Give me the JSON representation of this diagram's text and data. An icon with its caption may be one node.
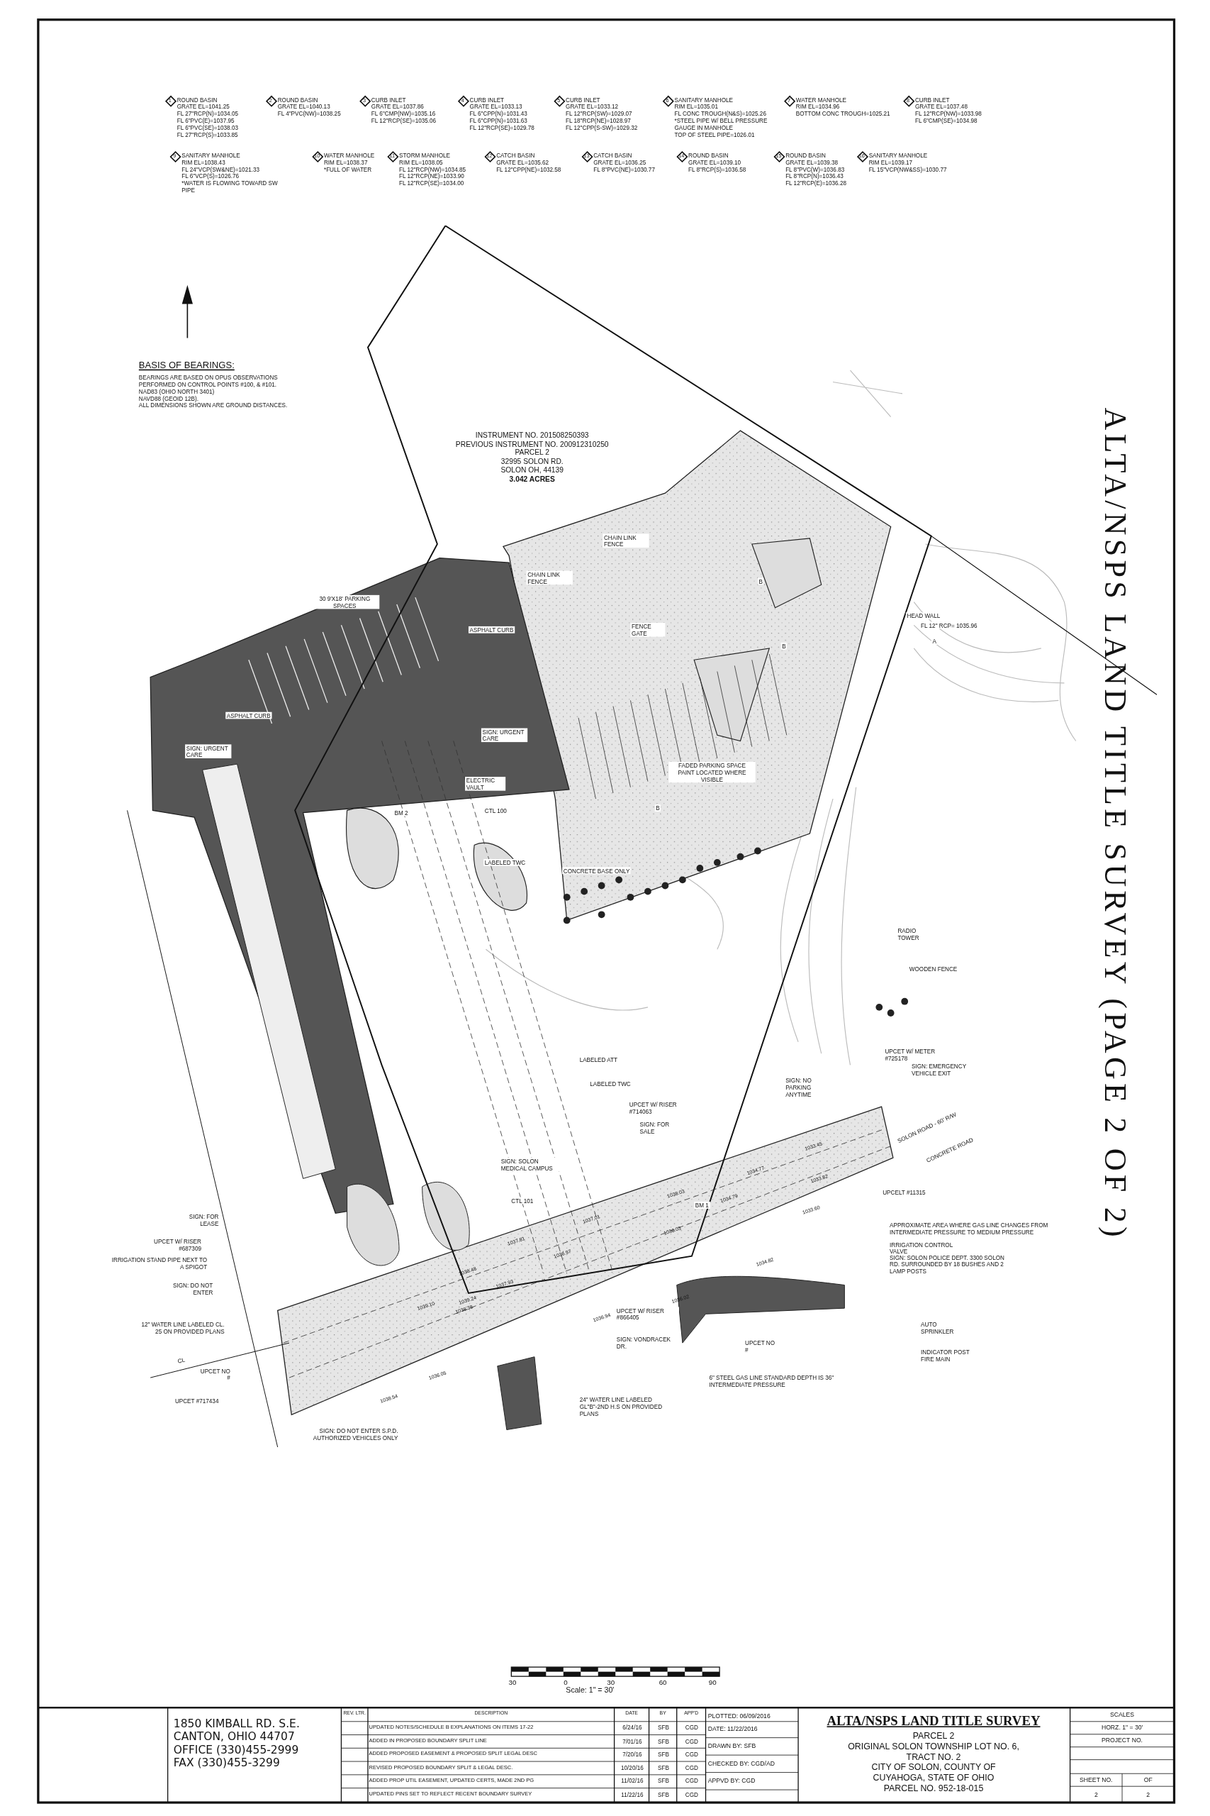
{
  "diagram": {
    "title": "ALTA/NSPS LAND TITLE SURVEY (PAGE 2 OF 2)",
    "labels": [
      "1",
      "ROUND BASIN",
      "GRATE EL=1041.25",
      "FL 27\"RCP(N)=1034.05",
      "FL 6\"PVC(E)=1037.95",
      "FL 6\"PVC(SE)=1038.03",
      "FL 27\"RCP(S)=1033.85",
      "2",
      "ROUND BASIN",
      "GRATE EL=1040.13",
      "FL 4\"PVC(NW)=1038.25",
      "3",
      "CURB INLET",
      "GRATE EL=1037.86",
      "FL 6\"CMP(NW)=1035.16",
      "FL 12\"RCP(SE)=1035.06",
      "4",
      "CURB INLET",
      "GRATE EL=1033.13",
      "FL 6\"CPP(N)=1031.43",
      "FL 6\"CPP(N)=1031.63",
      "FL 12\"RCP(SE)=1029.78",
      "5",
      "CURB INLET",
      "GRATE EL=1033.12",
      "FL 12\"RCP(SW)=1029.07",
      "FL 18\"RCP(NE)=1028.97",
      "FL 12\"CPP(S-SW)=1029.32",
      "6",
      "SANITARY MANHOLE",
      "RIM EL=1035.01",
      "FL CONC TROUGH(N&S)=1025.26",
      "*STEEL PIPE W/ BELL PRESSURE GAUGE IN MANHOLE",
      "TOP OF STEEL PIPE=1026.01",
      "7",
      "WATER MANHOLE",
      "RIM EL=1034.96",
      "BOTTOM CONC TROUGH=1025.21",
      "8",
      "CURB INLET",
      "GRATE EL=1037.48",
      "FL 12\"RCP(NW)=1033.98",
      "FL 6\"CMP(SE)=1034.98",
      "9",
      "SANITARY MANHOLE",
      "RIM EL=1038.43",
      "FL 24\"VCP(SW&NE)=1021.33",
      "FL 6\"VCP(S)=1026.76",
      "*WATER IS FLOWING TOWARD SW PIPE",
      "10",
      "WATER MANHOLE",
      "RIM EL=1038.37",
      "*FULL OF WATER",
      "11",
      "STORM MANHOLE",
      "RIM EL=1038.05",
      "FL 12\"RCP(NW)=1034.85",
      "FL 12\"RCP(NE)=1033.90",
      "FL 12\"RCP(SE)=1034.00",
      "12",
      "CATCH BASIN",
      "GRATE EL=1035.62",
      "FL 12\"CPP(NE)=1032.58",
      "13",
      "CATCH BASIN",
      "GRATE EL=1036.25",
      "FL 8\"PVC(NE)=1030.77",
      "14",
      "ROUND BASIN",
      "GRATE EL=1039.10",
      "FL 8\"RCP(S)=1036.58",
      "15",
      "ROUND BASIN",
      "GRATE EL=1039.38",
      "FL 8\"PVC(W)=1036.83",
      "FL 8\"RCP(N)=1036.43",
      "FL 12\"RCP(E)=1036.28",
      "16",
      "SANITARY MANHOLE",
      "RIM EL=1039.17",
      "FL 15\"VCP(NW&SS)=1030.77",
      "BASIS OF BEARINGS:",
      "BEARINGS ARE BASED ON OPUS OBSERVATIONS PERFORMED ON CONTROL POINTS #100, & #101.",
      "NAD83 (OHIO NORTH 3401)",
      "NAVD88 (GEOID 12B).",
      "ALL DIMENSIONS SHOWN ARE GROUND DISTANCES.",
      "INSTRUMENT NO. 201508250393",
      "PREVIOUS INSTRUMENT NO. 200912310250",
      "PARCEL 2",
      "32995 SOLON RD.",
      "SOLON OH, 44139",
      "3.042 ACRES",
      "CHAIN LINK FENCE",
      "CHAIN LINK FENCE",
      "FENCE GATE",
      "ASPHALT CURB",
      "30 9'X18' PARKING SPACES",
      "ASPHALT CURB",
      "SIGN: URGENT CARE",
      "SIGN: URGENT CARE",
      "ELECTRIC VAULT",
      "CTL 100",
      "BM 2",
      "LABELED TWC",
      "CONCRETE BASE ONLY",
      "FADED PARKING SPACE PAINT LOCATED WHERE VISIBLE",
      "HEAD WALL",
      "FL 12\" RCP= 1035.96",
      "A",
      "B",
      "B",
      "B",
      "RADIO TOWER",
      "WOODEN FENCE",
      "LABELED ATT",
      "LABELED TWC",
      "UPCET W/ RISER #714063",
      "SIGN: FOR SALE",
      "SIGN: NO PARKING ANYTIME",
      "UPCET W/ METER #725178",
      "SIGN: EMERGENCY VEHICLE EXIT",
      "SIGN: SOLON MEDICAL CAMPUS",
      "CTL 101",
      "BM 1",
      "SOLON ROAD - 60' R/W",
      "CONCRETE ROAD",
      "UPCELT #11315",
      "APPROXIMATE AREA WHERE GAS LINE CHANGES FROM INTERMEDIATE PRESSURE TO MEDIUM PRESSURE",
      "IRRIGATION CONTROL VALVE",
      "SIGN: SOLON POLICE DEPT. 3300 SOLON RD. SURROUNDED BY 18 BUSHES AND 2 LAMP POSTS",
      "AUTO SPRINKLER",
      "INDICATOR POST FIRE MAIN",
      "SIGN: FOR LEASE",
      "UPCET W/ RISER #687309",
      "IRRIGATION STAND PIPE NEXT TO A SPIGOT",
      "SIGN: DO NOT ENTER",
      "12\" WATER LINE LABELED CL. 25 ON PROVIDED PLANS",
      "UPCET NO #",
      "UPCET #717434",
      "SIGN: DO NOT ENTER S.P.D. AUTHORIZED VEHICLES ONLY",
      "UPCET W/ RISER #866405",
      "SIGN: VONDRACEK DR.",
      "24\" WATER LINE LABELED GL\"B\"-2ND H.S ON PROVIDED PLANS",
      "UPCET NO #",
      "6\" STEEL GAS LINE STANDARD DEPTH IS 36\" INTERMEDIATE PRESSURE",
      "CL",
      "1033.45",
      "1034.77",
      "1033.82",
      "1033.60",
      "1038.03",
      "1034.79",
      "1037.01",
      "1036.03",
      "1037.81",
      "1036.97",
      "1034.82",
      "1038.48",
      "1037.93",
      "1039.24",
      "1038.38",
      "1036.02",
      "1036.94",
      "1039.10",
      "1036.05",
      "1038.54",
      "30",
      "0",
      "30",
      "60",
      "90",
      "Scale: 1\" = 30'",
      "1850 KIMBALL RD. S.E.",
      "CANTON, OHIO 44707",
      "OFFICE (330)455-2999",
      "FAX (330)455-3299",
      "REV. LTR.",
      "DESCRIPTION",
      "DATE",
      "BY",
      "APP'D",
      "UPDATED NOTES/SCHEDULE B EXPLANATIONS ON ITEMS 17-22",
      "6/24/16",
      "SFB",
      "CGD",
      "ADDED IN PROPOSED BOUNDARY SPLIT LINE",
      "7/01/16",
      "SFB",
      "CGD",
      "ADDED PROPOSED EASEMENT & PROPOSED SPLIT LEGAL DESC",
      "7/20/16",
      "SFB",
      "CGD",
      "REVISED PROPOSED BOUNDARY SPLIT & LEGAL DESC.",
      "10/20/16",
      "SFB",
      "CGD",
      "ADDED PROP UTIL EASEMENT, UPDATED CERTS, MADE 2ND PG",
      "11/02/16",
      "SFB",
      "CGD",
      "UPDATED PINS SET TO REFLECT RECENT BOUNDARY SURVEY",
      "11/22/16",
      "SFB",
      "CGD",
      "PLOTTED: 06/09/2016",
      "DATE: 11/22/2016",
      "DRAWN BY: SFB",
      "CHECKED BY: CGD/AD",
      "APPVD BY: CGD",
      "ALTA/NSPS LAND TITLE SURVEY",
      "PARCEL 2",
      "ORIGINAL SOLON TOWNSHIP LOT NO. 6, TRACT NO. 2",
      "CITY OF SOLON, COUNTY OF CUYAHOGA, STATE OF OHIO",
      "PARCEL NO. 952-18-015",
      "SCALES",
      "HORZ. 1\" = 30'",
      "PROJECT NO.",
      "SHEET NO.",
      "OF",
      "2",
      "2"
    ]
  }
}
